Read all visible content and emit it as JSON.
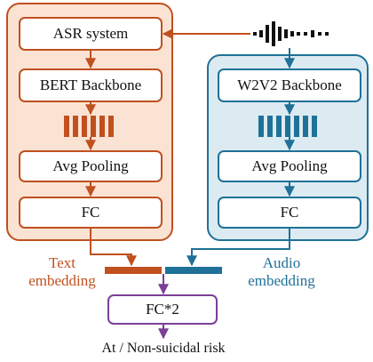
{
  "colors": {
    "text_branch": "#c0501f",
    "text_fill": "#fbe3d4",
    "audio_branch": "#1f7197",
    "audio_fill": "#dceaf2",
    "fusion": "#7b3f98",
    "ink": "#111111"
  },
  "text_branch": {
    "asr": "ASR system",
    "backbone": "BERT Backbone",
    "pooling": "Avg Pooling",
    "fc": "FC",
    "embedding_label": "Text\nembedding"
  },
  "audio_branch": {
    "backbone": "W2V2 Backbone",
    "pooling": "Avg Pooling",
    "fc": "FC",
    "embedding_label": "Audio\nembedding"
  },
  "fusion": {
    "fc": "FC*2",
    "output": "At / Non-suicidal risk"
  },
  "icons": {
    "audio_input": "waveform-icon",
    "text_features": "feature-bars-icon",
    "audio_features": "feature-bars-icon"
  }
}
